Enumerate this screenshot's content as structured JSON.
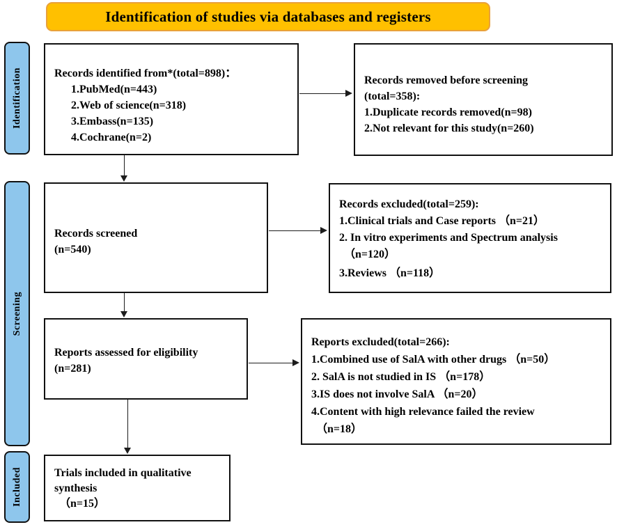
{
  "title": "Identification of studies via databases and registers",
  "colors": {
    "banner_fill": "#FFC000",
    "banner_border": "#E9A13B",
    "stage_fill": "#8EC6EC",
    "box_border": "#000000"
  },
  "stages": [
    {
      "label": "Identification"
    },
    {
      "label": "Screening"
    },
    {
      "label": "Included"
    }
  ],
  "boxes": {
    "records_identified": {
      "heading": "Records identified from*(total=898)：",
      "items": [
        "1.PubMed(n=443)",
        "2.Web of science(n=318)",
        "3.Embass(n=135)",
        "4.Cochrane(n=2)"
      ]
    },
    "records_removed": {
      "lines": [
        "Records removed before screening",
        "(total=358):",
        "1.Duplicate records removed(n=98)",
        "2.Not relevant for this study(n=260)"
      ]
    },
    "records_screened": {
      "lines": [
        "Records screened",
        "(n=540)"
      ]
    },
    "records_excluded": {
      "lines": [
        "Records excluded(total=259):",
        "1.Clinical trials and Case reports （n=21）",
        "2. In vitro experiments and Spectrum analysis",
        "（n=120）",
        "3.Reviews （n=118）"
      ]
    },
    "reports_assessed": {
      "lines": [
        "Reports assessed for eligibility",
        "(n=281)"
      ]
    },
    "reports_excluded": {
      "lines": [
        "Reports excluded(total=266):",
        "1.Combined use of SalA with other drugs （n=50）",
        "2. SalA is not studied in IS （n=178）",
        "3.IS does not involve SalA （n=20）",
        "4.Content with high relevance failed the review",
        "（n=18）"
      ]
    },
    "trials_included": {
      "lines": [
        "Trials included in qualitative",
        "synthesis",
        "（n=15）"
      ]
    }
  }
}
